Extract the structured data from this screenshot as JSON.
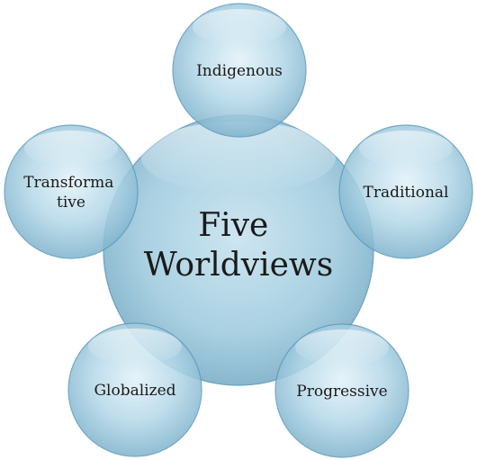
{
  "center": {
    "lines": [
      "Five",
      "Worldviews"
    ]
  },
  "nodes": [
    {
      "id": "indigenous",
      "lines": [
        "Indigenous"
      ]
    },
    {
      "id": "traditional",
      "lines": [
        "Traditional"
      ]
    },
    {
      "id": "progressive",
      "lines": [
        "Progressive"
      ]
    },
    {
      "id": "globalized",
      "lines": [
        "Globalized"
      ]
    },
    {
      "id": "transformative",
      "lines": [
        "Transforma",
        "tive"
      ]
    }
  ],
  "colors": {
    "fill_light": "#d8edf6",
    "fill_mid": "#a6d0e3",
    "fill_dark": "#6fa9c6",
    "stroke": "#5f9bba",
    "text": "#1a1a1a"
  }
}
